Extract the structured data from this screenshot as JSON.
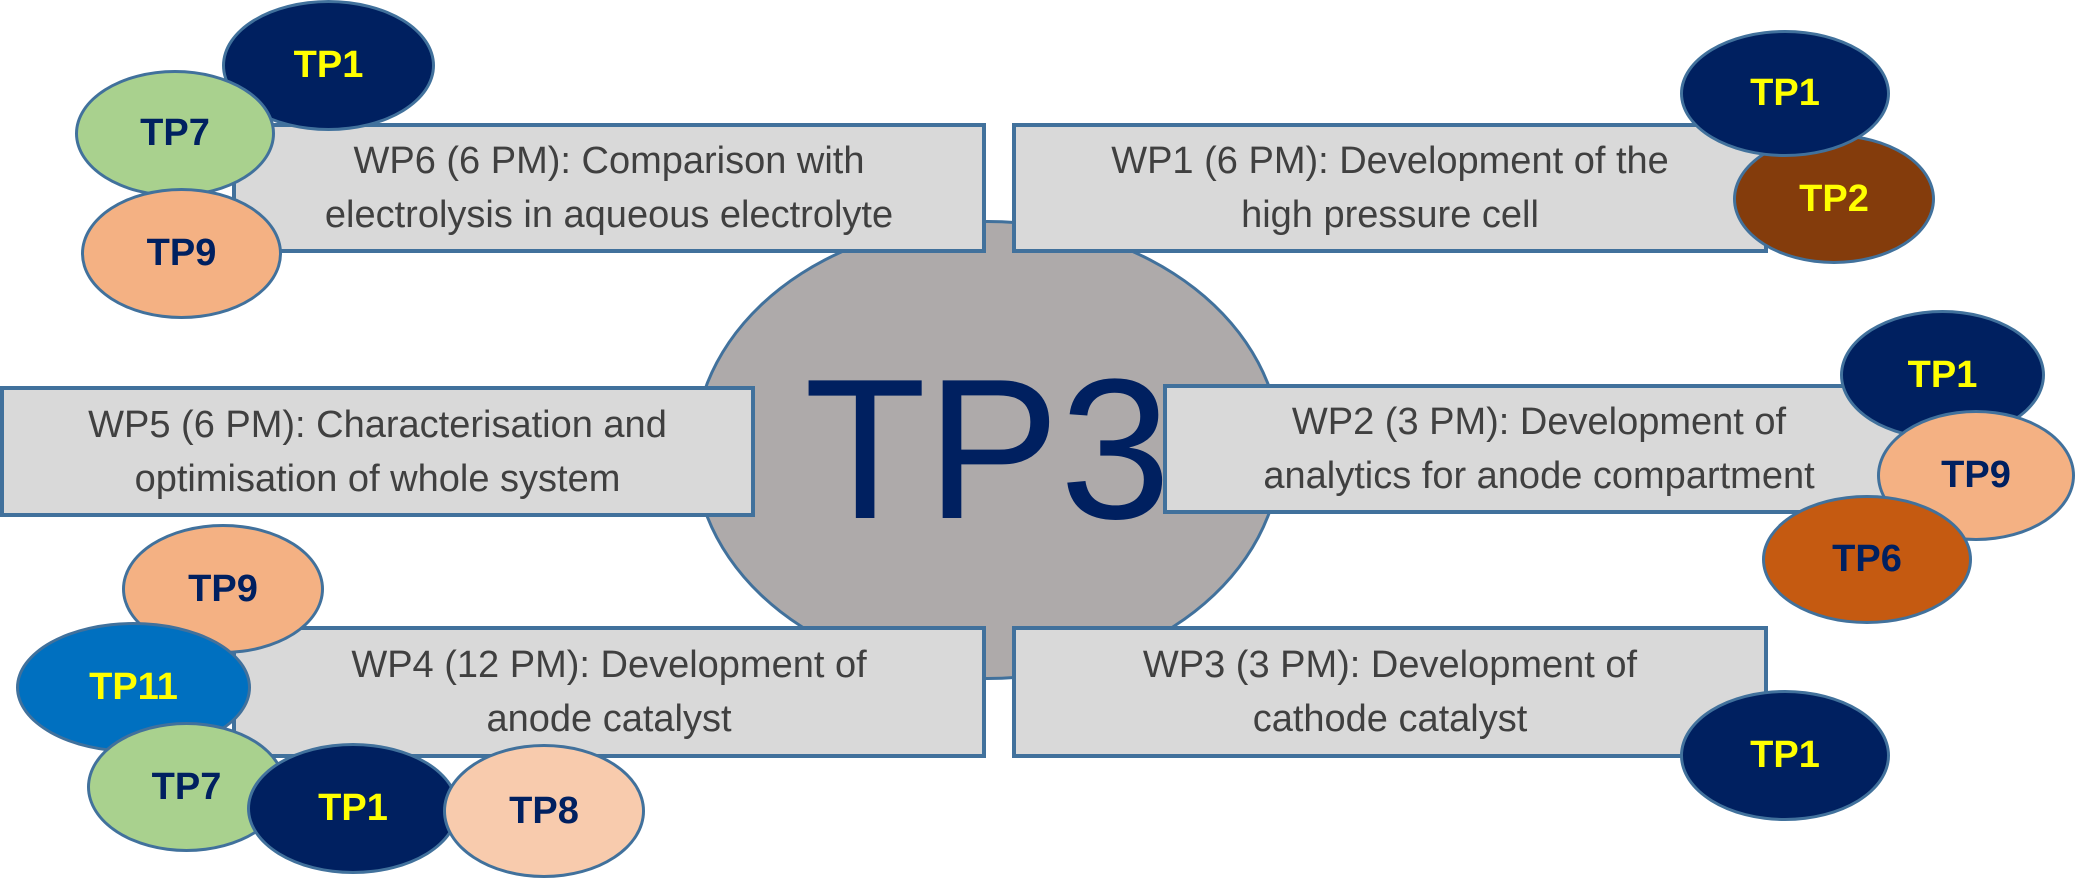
{
  "center": {
    "label": "TP3"
  },
  "work_packages": {
    "wp6": {
      "line1": "WP6 (6 PM): Comparison with",
      "line2": "electrolysis in aqueous electrolyte"
    },
    "wp1": {
      "line1": "WP1 (6 PM): Development of the",
      "line2": "high pressure cell"
    },
    "wp5": {
      "line1": "WP5 (6 PM): Characterisation and",
      "line2": "optimisation of whole system"
    },
    "wp2": {
      "line1": "WP2 (3 PM): Development of",
      "line2": "analytics for anode compartment"
    },
    "wp4": {
      "line1": "WP4 (12 PM): Development of",
      "line2": "anode catalyst"
    },
    "wp3": {
      "line1": "WP3 (3 PM): Development of",
      "line2": "cathode catalyst"
    }
  },
  "partners": {
    "wp6": [
      "TP1",
      "TP7",
      "TP9"
    ],
    "wp1": [
      "TP1",
      "TP2"
    ],
    "wp2": [
      "TP1",
      "TP9",
      "TP6"
    ],
    "wp4": [
      "TP9",
      "TP11",
      "TP7",
      "TP1",
      "TP8"
    ],
    "wp3": [
      "TP1"
    ]
  },
  "colors": {
    "navy": "#002060",
    "light_green": "#a9d18e",
    "salmon": "#f4b183",
    "peach": "#f8cbad",
    "brown": "#843c0c",
    "orange": "#c55a11",
    "blue": "#0070c0",
    "yellow_text": "#ffff00",
    "box_fill": "#d9d9d9",
    "border": "#41719c",
    "center_fill": "#aeaaaa"
  }
}
